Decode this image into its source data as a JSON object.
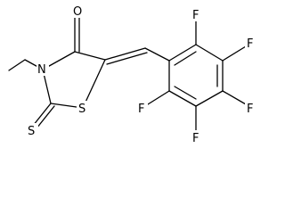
{
  "molecule": {
    "atoms": {
      "o_carbonyl": "O",
      "n_ring": "N",
      "s_ring": "S",
      "s_thione": "S",
      "f_top": "F",
      "f_upper_right": "F",
      "f_right": "F",
      "f_bottom": "F",
      "f_left": "F"
    }
  }
}
